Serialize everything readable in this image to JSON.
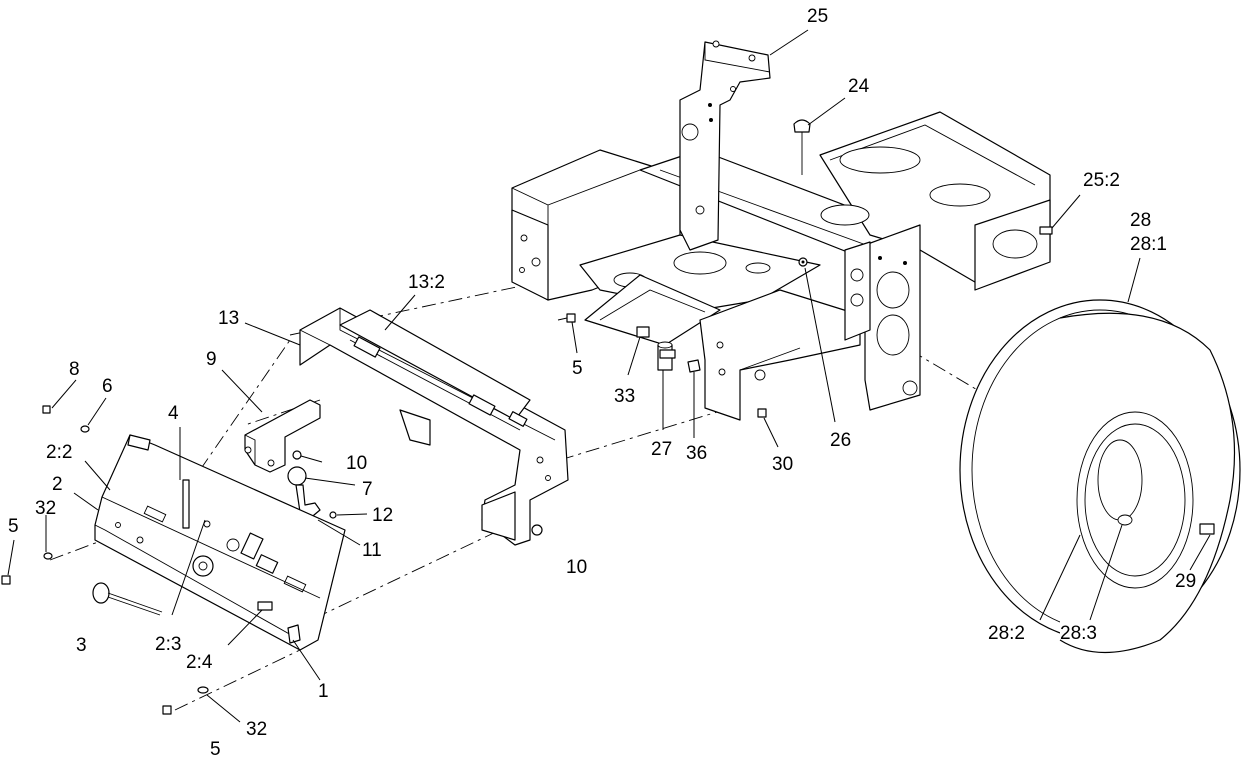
{
  "callouts": [
    {
      "id": "c25",
      "text": "25"
    },
    {
      "id": "c24",
      "text": "24"
    },
    {
      "id": "c25-2",
      "text": "25:2"
    },
    {
      "id": "c28",
      "text": "28"
    },
    {
      "id": "c28-1",
      "text": "28:1"
    },
    {
      "id": "c13-2",
      "text": "13:2"
    },
    {
      "id": "c13",
      "text": "13"
    },
    {
      "id": "c9",
      "text": "9"
    },
    {
      "id": "c8",
      "text": "8"
    },
    {
      "id": "c6",
      "text": "6"
    },
    {
      "id": "c4",
      "text": "4"
    },
    {
      "id": "c2-2",
      "text": "2:2"
    },
    {
      "id": "c2",
      "text": "2"
    },
    {
      "id": "c32a",
      "text": "32"
    },
    {
      "id": "c5a",
      "text": "5"
    },
    {
      "id": "c3",
      "text": "3"
    },
    {
      "id": "c2-3",
      "text": "2:3"
    },
    {
      "id": "c2-4",
      "text": "2:4"
    },
    {
      "id": "c1",
      "text": "1"
    },
    {
      "id": "c32b",
      "text": "32"
    },
    {
      "id": "c5b",
      "text": "5"
    },
    {
      "id": "c10a",
      "text": "10"
    },
    {
      "id": "c7",
      "text": "7"
    },
    {
      "id": "c12",
      "text": "12"
    },
    {
      "id": "c11",
      "text": "11"
    },
    {
      "id": "c10b",
      "text": "10"
    },
    {
      "id": "c5c",
      "text": "5"
    },
    {
      "id": "c33",
      "text": "33"
    },
    {
      "id": "c27",
      "text": "27"
    },
    {
      "id": "c36",
      "text": "36"
    },
    {
      "id": "c30",
      "text": "30"
    },
    {
      "id": "c26",
      "text": "26"
    },
    {
      "id": "c28-2",
      "text": "28:2"
    },
    {
      "id": "c28-3",
      "text": "28:3"
    },
    {
      "id": "c29",
      "text": "29"
    }
  ]
}
